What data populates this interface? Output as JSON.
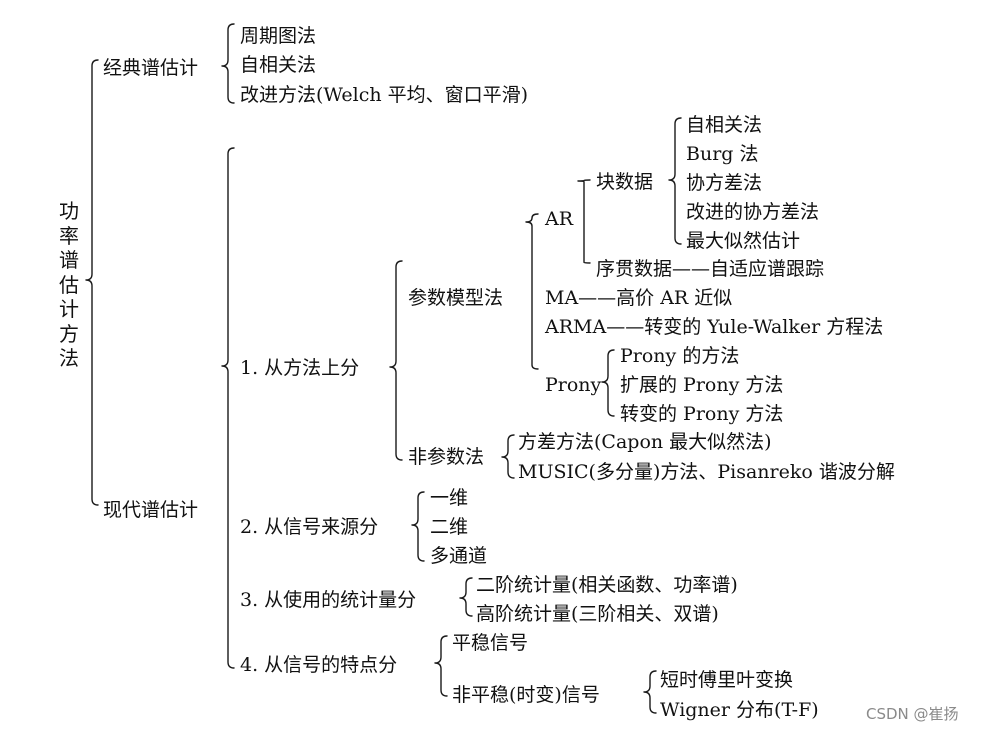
{
  "root": {
    "label": "功\n率\n谱\n估\n计\n方\n法"
  },
  "classic": {
    "label": "经典谱估计",
    "items": [
      "周期图法",
      "自相关法",
      "改进方法(Welch 平均、窗口平滑)"
    ]
  },
  "modern": {
    "label": "现代谱估计",
    "method": {
      "label": "1. 从方法上分",
      "param": {
        "label": "参数模型法",
        "ar": {
          "label": "AR",
          "block": {
            "label": "块数据",
            "items": [
              "自相关法",
              "Burg 法",
              "协方差法",
              "改进的协方差法",
              "最大似然估计"
            ]
          },
          "sequential": "序贯数据——自适应谱跟踪"
        },
        "ma": "MA——高价 AR 近似",
        "arma": "ARMA——转变的 Yule-Walker 方程法",
        "prony": {
          "label": "Prony",
          "items": [
            "Prony 的方法",
            "扩展的 Prony 方法",
            "转变的 Prony 方法"
          ]
        }
      },
      "nonparam": {
        "label": "非参数法",
        "items": [
          "方差方法(Capon 最大似然法)",
          "MUSIC(多分量)方法、Pisanreko 谐波分解"
        ]
      }
    },
    "source": {
      "label": "2. 从信号来源分",
      "items": [
        "一维",
        "二维",
        "多通道"
      ]
    },
    "stats": {
      "label": "3. 从使用的统计量分",
      "items": [
        "二阶统计量(相关函数、功率谱)",
        "高阶统计量(三阶相关、双谱)"
      ]
    },
    "feature": {
      "label": "4. 从信号的特点分",
      "stationary": "平稳信号",
      "nonstationary": {
        "label": "非平稳(时变)信号",
        "items": [
          "短时傅里叶变换",
          "Wigner 分布(T-F)"
        ]
      }
    }
  },
  "watermark": "CSDN @崔扬"
}
